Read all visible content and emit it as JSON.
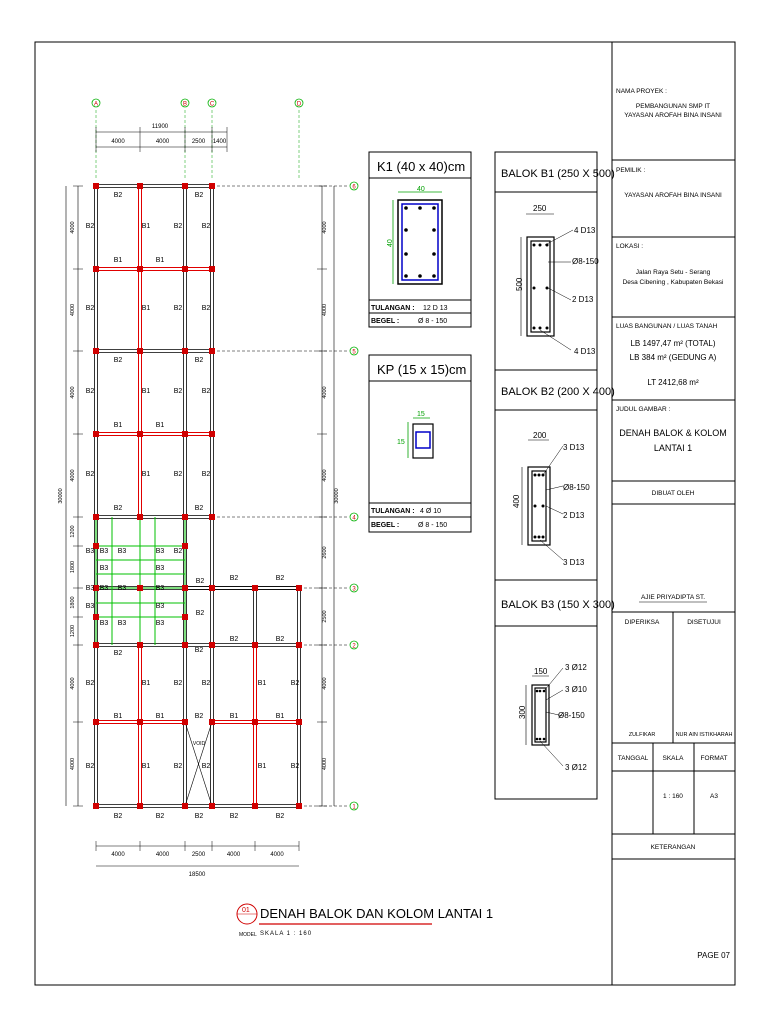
{
  "colors": {
    "beam_b1": "#e00000",
    "column": "#d00000",
    "beam_b3": "#00c000",
    "grid_marker": "#00b000",
    "axis_label": "#cc0000",
    "steel": "#0000c8",
    "dim": "#00a000",
    "accent": "#d00000"
  },
  "plan": {
    "grid_top": [
      {
        "label": "A"
      },
      {
        "label": "B"
      },
      {
        "label": "C"
      },
      {
        "label": "D"
      }
    ],
    "grid_right": [
      {
        "label": "6"
      },
      {
        "label": "5"
      },
      {
        "label": "4"
      },
      {
        "label": "3"
      },
      {
        "label": "2"
      },
      {
        "label": "1"
      }
    ],
    "dim_top_total": "11900",
    "dim_top": [
      "4000",
      "4000",
      "2500",
      "1400"
    ],
    "dim_bottom": [
      "4000",
      "4000",
      "2500",
      "4000",
      "4000"
    ],
    "dim_bottom_total": "18500",
    "dim_left": [
      "4000",
      "4000",
      "4000",
      "4000",
      "1200",
      "1800",
      "1800",
      "1200",
      "4000",
      "4000"
    ],
    "dim_left_total": "30000",
    "dim_right": [
      "4000",
      "4000",
      "4000",
      "4000",
      "2600",
      "2500",
      "4000",
      "4000"
    ],
    "dim_right_total": "30000",
    "void_label": "VOID",
    "beam_labels": {
      "b1": "B1",
      "b2": "B2",
      "b3": "B3"
    }
  },
  "details": {
    "k1": {
      "title": "K1 (40 x 40)cm",
      "dim": "40",
      "rebar_label": "TULANGAN :",
      "rebar_value": "12 D 13",
      "stirrup_label": "BEGEL :",
      "stirrup_value": "Ø 8 - 150"
    },
    "kp": {
      "title": "KP (15 x 15)cm",
      "dim": "15",
      "rebar_label": "TULANGAN :",
      "rebar_value": "4 Ø 10",
      "stirrup_label": "BEGEL :",
      "stirrup_value": "Ø 8 - 150"
    },
    "b1": {
      "title": "BALOK B1 (250 X 500)",
      "width": "250",
      "height": "500",
      "top": "4 D13",
      "stirrup": "Ø8-150",
      "side": "2 D13",
      "bottom": "4 D13"
    },
    "b2": {
      "title": "BALOK B2 (200 X 400)",
      "width": "200",
      "height": "400",
      "top": "3 D13",
      "stirrup": "Ø8-150",
      "side": "2 D13",
      "bottom": "3 D13"
    },
    "b3": {
      "title": "BALOK B3 (150 X 300)",
      "width": "150",
      "height": "300",
      "top": "3 Ø12",
      "side_top": "3 Ø10",
      "stirrup": "Ø8-150",
      "bottom": "3 Ø12"
    }
  },
  "drawing_title": {
    "number": "01",
    "sub": "MODEL",
    "title": "DENAH BALOK DAN KOLOM LANTAI 1",
    "scale": "SKALA   1 : 160"
  },
  "title_block": {
    "proyek_label": "NAMA PROYEK :",
    "proyek_line1": "PEMBANGUNAN SMP IT",
    "proyek_line2": "YAYASAN AROFAH BINA INSANI",
    "pemilik_label": "PEMILIK :",
    "pemilik_value": "YAYASAN AROFAH BINA INSANI",
    "lokasi_label": "LOKASI :",
    "lokasi_line1": "Jalan Raya Setu - Serang",
    "lokasi_line2": "Desa Cibening , Kabupaten Bekasi",
    "luas_label": "LUAS BANGUNAN / LUAS TANAH",
    "luas_line1": "LB 1497,47 m² (TOTAL)",
    "luas_line2": "LB 384 m² (GEDUNG A)",
    "luas_line3": "LT 2412,68 m²",
    "judul_label": "JUDUL GAMBAR :",
    "judul_line1": "DENAH BALOK & KOLOM",
    "judul_line2": "LANTAI 1",
    "dibuat_label": "DIBUAT OLEH",
    "dibuat_name": "AJIE PRIYADIPTA ST.",
    "diperiksa_label": "DIPERIKSA",
    "disetujui_label": "DISETUJUI",
    "diperiksa_name": "ZULFIKAR",
    "disetujui_name": "NUR AIN ISTIKHARAH",
    "tanggal_label": "TANGGAL",
    "skala_label": "SKALA",
    "format_label": "FORMAT",
    "skala_value": "1 : 160",
    "format_value": "A3",
    "keterangan_label": "KETERANGAN",
    "page": "PAGE 07"
  }
}
